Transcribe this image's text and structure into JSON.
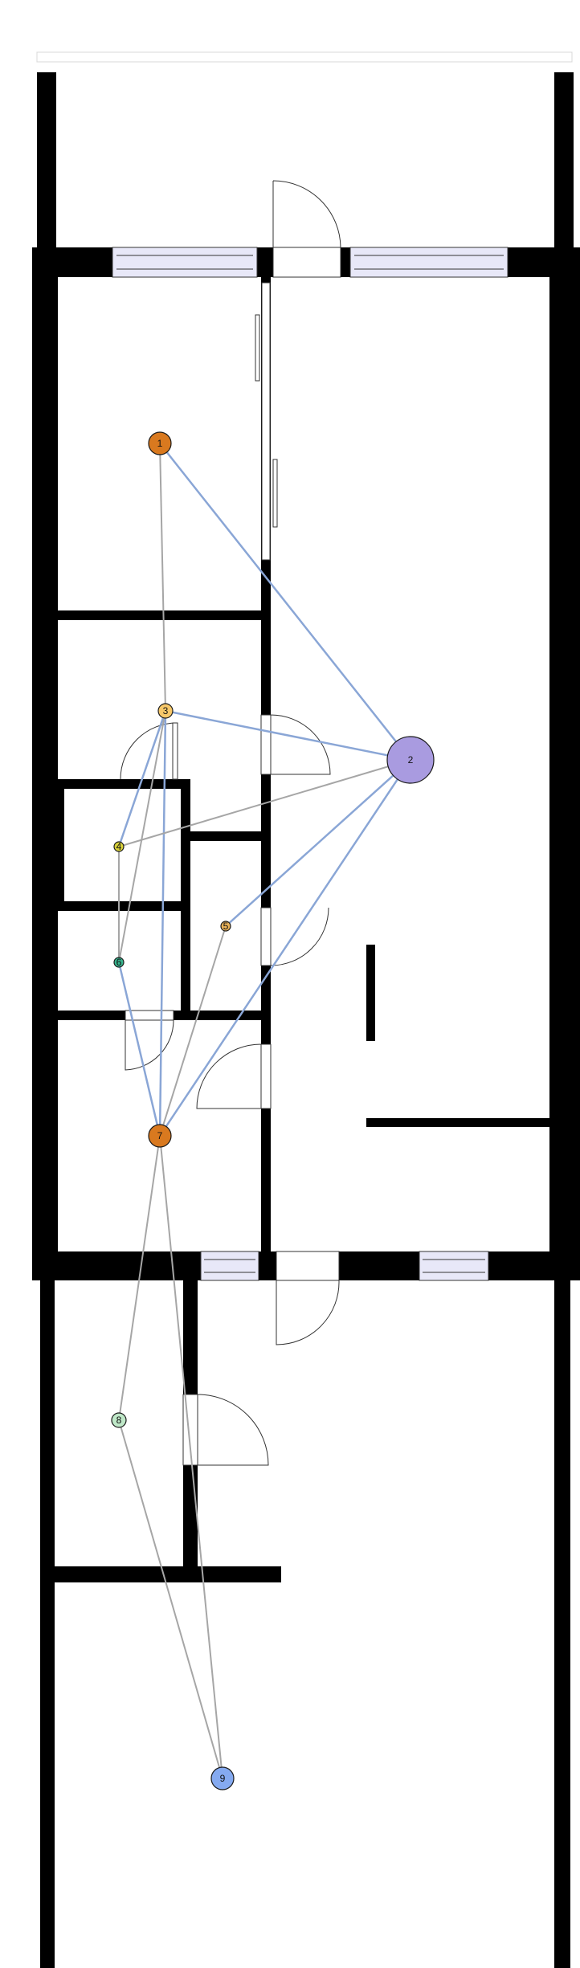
{
  "diagram": {
    "type": "floor-plan-graph",
    "colors": {
      "wall": "#000000",
      "window_fill": "#e8e8f8",
      "edge_gray": "#a6a6a6",
      "edge_blue": "#8aa6d6",
      "node_stroke": "#1a1a1a"
    },
    "nodes": [
      {
        "id": "1",
        "label": "1",
        "color": "#d9791f",
        "size": "medium"
      },
      {
        "id": "2",
        "label": "2",
        "color": "#a99be0",
        "size": "large"
      },
      {
        "id": "3",
        "label": "3",
        "color": "#f7c86a",
        "size": "small"
      },
      {
        "id": "4",
        "label": "4",
        "color": "#d8d13a",
        "size": "tiny"
      },
      {
        "id": "5",
        "label": "5",
        "color": "#e8b25a",
        "size": "tiny"
      },
      {
        "id": "6",
        "label": "6",
        "color": "#37b58f",
        "size": "tiny"
      },
      {
        "id": "7",
        "label": "7",
        "color": "#d9791f",
        "size": "medium"
      },
      {
        "id": "8",
        "label": "8",
        "color": "#bfe8c8",
        "size": "small"
      },
      {
        "id": "9",
        "label": "9",
        "color": "#85aaf0",
        "size": "medium"
      }
    ],
    "edges": [
      {
        "from": "1",
        "to": "2",
        "kind": "blue"
      },
      {
        "from": "1",
        "to": "3",
        "kind": "gray"
      },
      {
        "from": "3",
        "to": "2",
        "kind": "blue"
      },
      {
        "from": "3",
        "to": "4",
        "kind": "blue"
      },
      {
        "from": "3",
        "to": "6",
        "kind": "gray"
      },
      {
        "from": "3",
        "to": "7",
        "kind": "blue"
      },
      {
        "from": "4",
        "to": "2",
        "kind": "gray"
      },
      {
        "from": "4",
        "to": "6",
        "kind": "gray"
      },
      {
        "from": "5",
        "to": "2",
        "kind": "blue"
      },
      {
        "from": "5",
        "to": "7",
        "kind": "gray"
      },
      {
        "from": "6",
        "to": "7",
        "kind": "blue"
      },
      {
        "from": "7",
        "to": "2",
        "kind": "blue"
      },
      {
        "from": "7",
        "to": "8",
        "kind": "gray"
      },
      {
        "from": "7",
        "to": "9",
        "kind": "gray"
      },
      {
        "from": "8",
        "to": "9",
        "kind": "gray"
      }
    ]
  }
}
